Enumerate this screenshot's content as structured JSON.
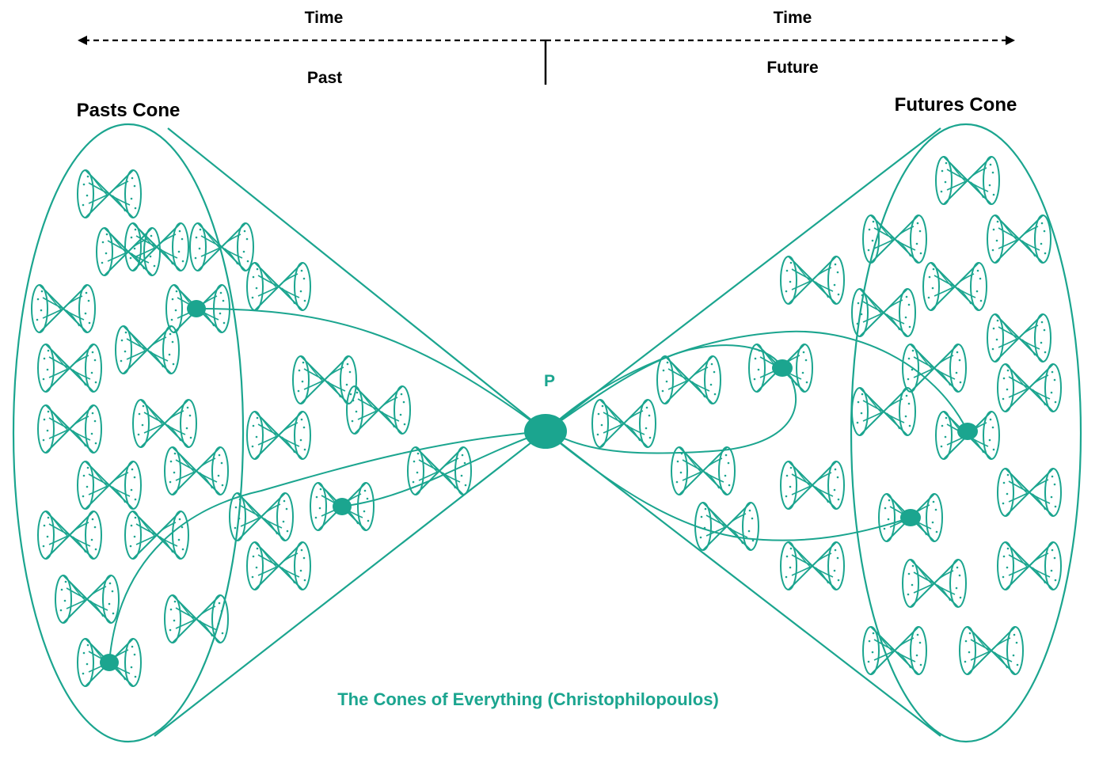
{
  "labels": {
    "time_left": "Time",
    "time_right": "Time",
    "past": "Past",
    "future": "Future",
    "pasts_cone": "Pasts Cone",
    "futures_cone": "Futures Cone",
    "point": "P",
    "caption": "The Cones of Everything (Christophilopoulos)"
  },
  "colors": {
    "accent": "#1ba58f",
    "text": "#000000",
    "background": "#ffffff"
  }
}
